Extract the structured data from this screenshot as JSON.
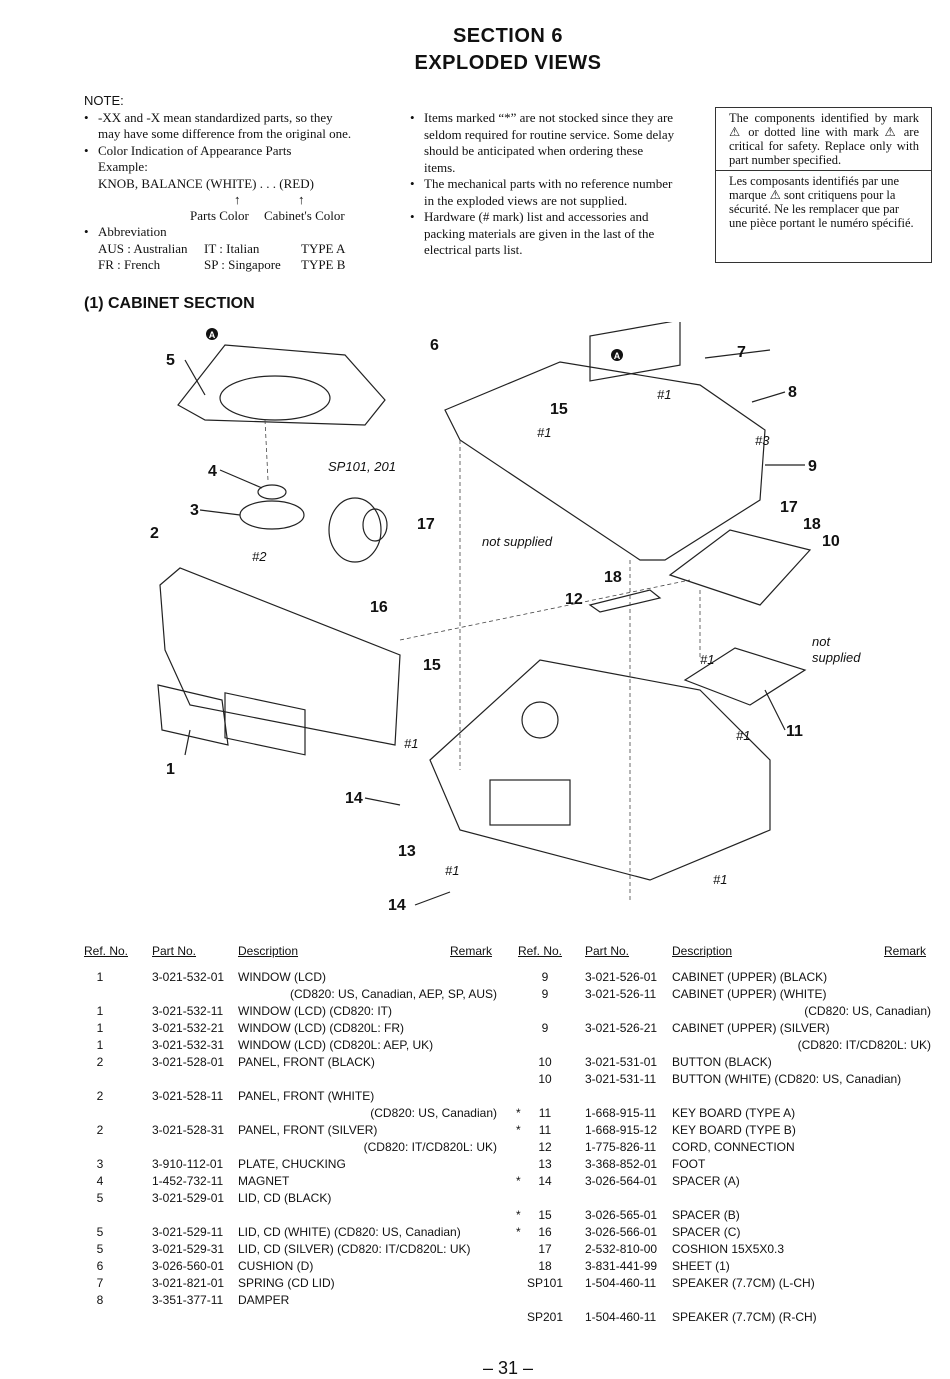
{
  "header": {
    "section_line": "SECTION 6",
    "title_line": "EXPLODED VIEWS"
  },
  "notes": {
    "heading": "NOTE:",
    "col1": {
      "b1": "-XX and -X mean standardized parts, so they may have some difference from the original one.",
      "b2_l1": "Color Indication of Appearance Parts",
      "b2_l2": "Example:",
      "b2_l3": "KNOB, BALANCE (WHITE) . . . (RED)",
      "b2_arrow": "↑",
      "b2_parts_color": "Parts Color",
      "b2_cabinet_color": "Cabinet's Color",
      "b3": "Abbreviation",
      "abbr_r1_a": "AUS : Australian",
      "abbr_r1_b": "IT : Italian",
      "abbr_r1_c": "TYPE A",
      "abbr_r2_a": "FR : French",
      "abbr_r2_b": "SP : Singapore",
      "abbr_r2_c": "TYPE B"
    },
    "col2": {
      "b1": "Items marked “*” are not stocked since they are seldom required for routine service. Some delay should be anticipated when ordering these items.",
      "b2": "The mechanical parts with no reference number in the exploded views are not supplied.",
      "b3": "Hardware (# mark) list and accessories and packing materials are given in the last of the electrical parts list."
    },
    "safety_en": "The components identified by mark ⚠ or dotted line with mark ⚠ are critical for safety. Replace only with part number specified.",
    "safety_fr": "Les composants identifiés par une marque ⚠ sont critiquens pour la sécurité. Ne les remplacer que par une pièce portant le numéro spécifié."
  },
  "subsection": "(1) CABINET SECTION",
  "diagram": {
    "callouts": [
      "1",
      "2",
      "3",
      "4",
      "5",
      "6",
      "7",
      "8",
      "9",
      "10",
      "11",
      "12",
      "13",
      "14",
      "14",
      "15",
      "15",
      "16",
      "17",
      "17",
      "18",
      "18"
    ],
    "screws": {
      "s1": "#2",
      "s2": "#1",
      "s3": "#1",
      "s4": "#3",
      "s5": "#1",
      "s6": "#1",
      "s7": "#1",
      "s8": "#1",
      "s9": "#1"
    },
    "labels": {
      "speaker": "SP101, 201",
      "not_supplied_1": "not supplied",
      "not_supplied_2a": "not",
      "not_supplied_2b": "supplied",
      "mark_a": "A"
    }
  },
  "parts_table": {
    "headers": {
      "ref": "Ref. No.",
      "part": "Part No.",
      "desc": "Description",
      "remark": "Remark"
    },
    "left": [
      {
        "ref": "1",
        "part": "3-021-532-01",
        "desc": "WINDOW (LCD)",
        "note": ""
      },
      {
        "ref": "",
        "part": "",
        "desc": "",
        "note": "(CD820: US, Canadian, AEP, SP, AUS)"
      },
      {
        "ref": "1",
        "part": "3-021-532-11",
        "desc": "WINDOW (LCD) (CD820: IT)",
        "note": ""
      },
      {
        "ref": "1",
        "part": "3-021-532-21",
        "desc": "WINDOW (LCD) (CD820L: FR)",
        "note": ""
      },
      {
        "ref": "1",
        "part": "3-021-532-31",
        "desc": "WINDOW (LCD) (CD820L: AEP, UK)",
        "note": ""
      },
      {
        "ref": "2",
        "part": "3-021-528-01",
        "desc": "PANEL, FRONT (BLACK)",
        "note": ""
      },
      {
        "ref": "",
        "part": "",
        "desc": "",
        "note": ""
      },
      {
        "ref": "2",
        "part": "3-021-528-11",
        "desc": "PANEL, FRONT (WHITE)",
        "note": ""
      },
      {
        "ref": "",
        "part": "",
        "desc": "",
        "note": "(CD820: US, Canadian)"
      },
      {
        "ref": "2",
        "part": "3-021-528-31",
        "desc": "PANEL, FRONT (SILVER)",
        "note": ""
      },
      {
        "ref": "",
        "part": "",
        "desc": "",
        "note": "(CD820: IT/CD820L: UK)"
      },
      {
        "ref": "3",
        "part": "3-910-112-01",
        "desc": "PLATE, CHUCKING",
        "note": ""
      },
      {
        "ref": "4",
        "part": "1-452-732-11",
        "desc": "MAGNET",
        "note": ""
      },
      {
        "ref": "5",
        "part": "3-021-529-01",
        "desc": "LID, CD (BLACK)",
        "note": ""
      },
      {
        "ref": "",
        "part": "",
        "desc": "",
        "note": ""
      },
      {
        "ref": "5",
        "part": "3-021-529-11",
        "desc": "LID, CD (WHITE) (CD820: US, Canadian)",
        "note": ""
      },
      {
        "ref": "5",
        "part": "3-021-529-31",
        "desc": "LID, CD (SILVER) (CD820: IT/CD820L: UK)",
        "note": ""
      },
      {
        "ref": "6",
        "part": "3-026-560-01",
        "desc": "CUSHION (D)",
        "note": ""
      },
      {
        "ref": "7",
        "part": "3-021-821-01",
        "desc": "SPRING (CD LID)",
        "note": ""
      },
      {
        "ref": "8",
        "part": "3-351-377-11",
        "desc": "DAMPER",
        "note": ""
      }
    ],
    "right": [
      {
        "star": "",
        "ref": "9",
        "part": "3-021-526-01",
        "desc": "CABINET (UPPER) (BLACK)",
        "note": ""
      },
      {
        "star": "",
        "ref": "9",
        "part": "3-021-526-11",
        "desc": "CABINET (UPPER) (WHITE)",
        "note": ""
      },
      {
        "star": "",
        "ref": "",
        "part": "",
        "desc": "",
        "note": "(CD820: US, Canadian)"
      },
      {
        "star": "",
        "ref": "9",
        "part": "3-021-526-21",
        "desc": "CABINET (UPPER) (SILVER)",
        "note": ""
      },
      {
        "star": "",
        "ref": "",
        "part": "",
        "desc": "",
        "note": "(CD820: IT/CD820L: UK)"
      },
      {
        "star": "",
        "ref": "10",
        "part": "3-021-531-01",
        "desc": "BUTTON (BLACK)",
        "note": ""
      },
      {
        "star": "",
        "ref": "10",
        "part": "3-021-531-11",
        "desc": "BUTTON (WHITE) (CD820: US, Canadian)",
        "note": ""
      },
      {
        "star": "",
        "ref": "",
        "part": "",
        "desc": "",
        "note": ""
      },
      {
        "star": "*",
        "ref": "11",
        "part": "1-668-915-11",
        "desc": "KEY BOARD (TYPE A)",
        "note": ""
      },
      {
        "star": "*",
        "ref": "11",
        "part": "1-668-915-12",
        "desc": "KEY BOARD (TYPE B)",
        "note": ""
      },
      {
        "star": "",
        "ref": "12",
        "part": "1-775-826-11",
        "desc": "CORD, CONNECTION",
        "note": ""
      },
      {
        "star": "",
        "ref": "13",
        "part": "3-368-852-01",
        "desc": "FOOT",
        "note": ""
      },
      {
        "star": "*",
        "ref": "14",
        "part": "3-026-564-01",
        "desc": "SPACER (A)",
        "note": ""
      },
      {
        "star": "",
        "ref": "",
        "part": "",
        "desc": "",
        "note": ""
      },
      {
        "star": "*",
        "ref": "15",
        "part": "3-026-565-01",
        "desc": "SPACER (B)",
        "note": ""
      },
      {
        "star": "*",
        "ref": "16",
        "part": "3-026-566-01",
        "desc": "SPACER (C)",
        "note": ""
      },
      {
        "star": "",
        "ref": "17",
        "part": "2-532-810-00",
        "desc": "COSHION 15X5X0.3",
        "note": ""
      },
      {
        "star": "",
        "ref": "18",
        "part": "3-831-441-99",
        "desc": "SHEET (1)",
        "note": ""
      },
      {
        "star": "",
        "ref": "SP101",
        "part": "1-504-460-11",
        "desc": "SPEAKER (7.7CM) (L-CH)",
        "note": ""
      },
      {
        "star": "",
        "ref": "",
        "part": "",
        "desc": "",
        "note": ""
      },
      {
        "star": "",
        "ref": "SP201",
        "part": "1-504-460-11",
        "desc": "SPEAKER (7.7CM) (R-CH)",
        "note": ""
      }
    ]
  },
  "footer": {
    "page": "– 31 –"
  }
}
